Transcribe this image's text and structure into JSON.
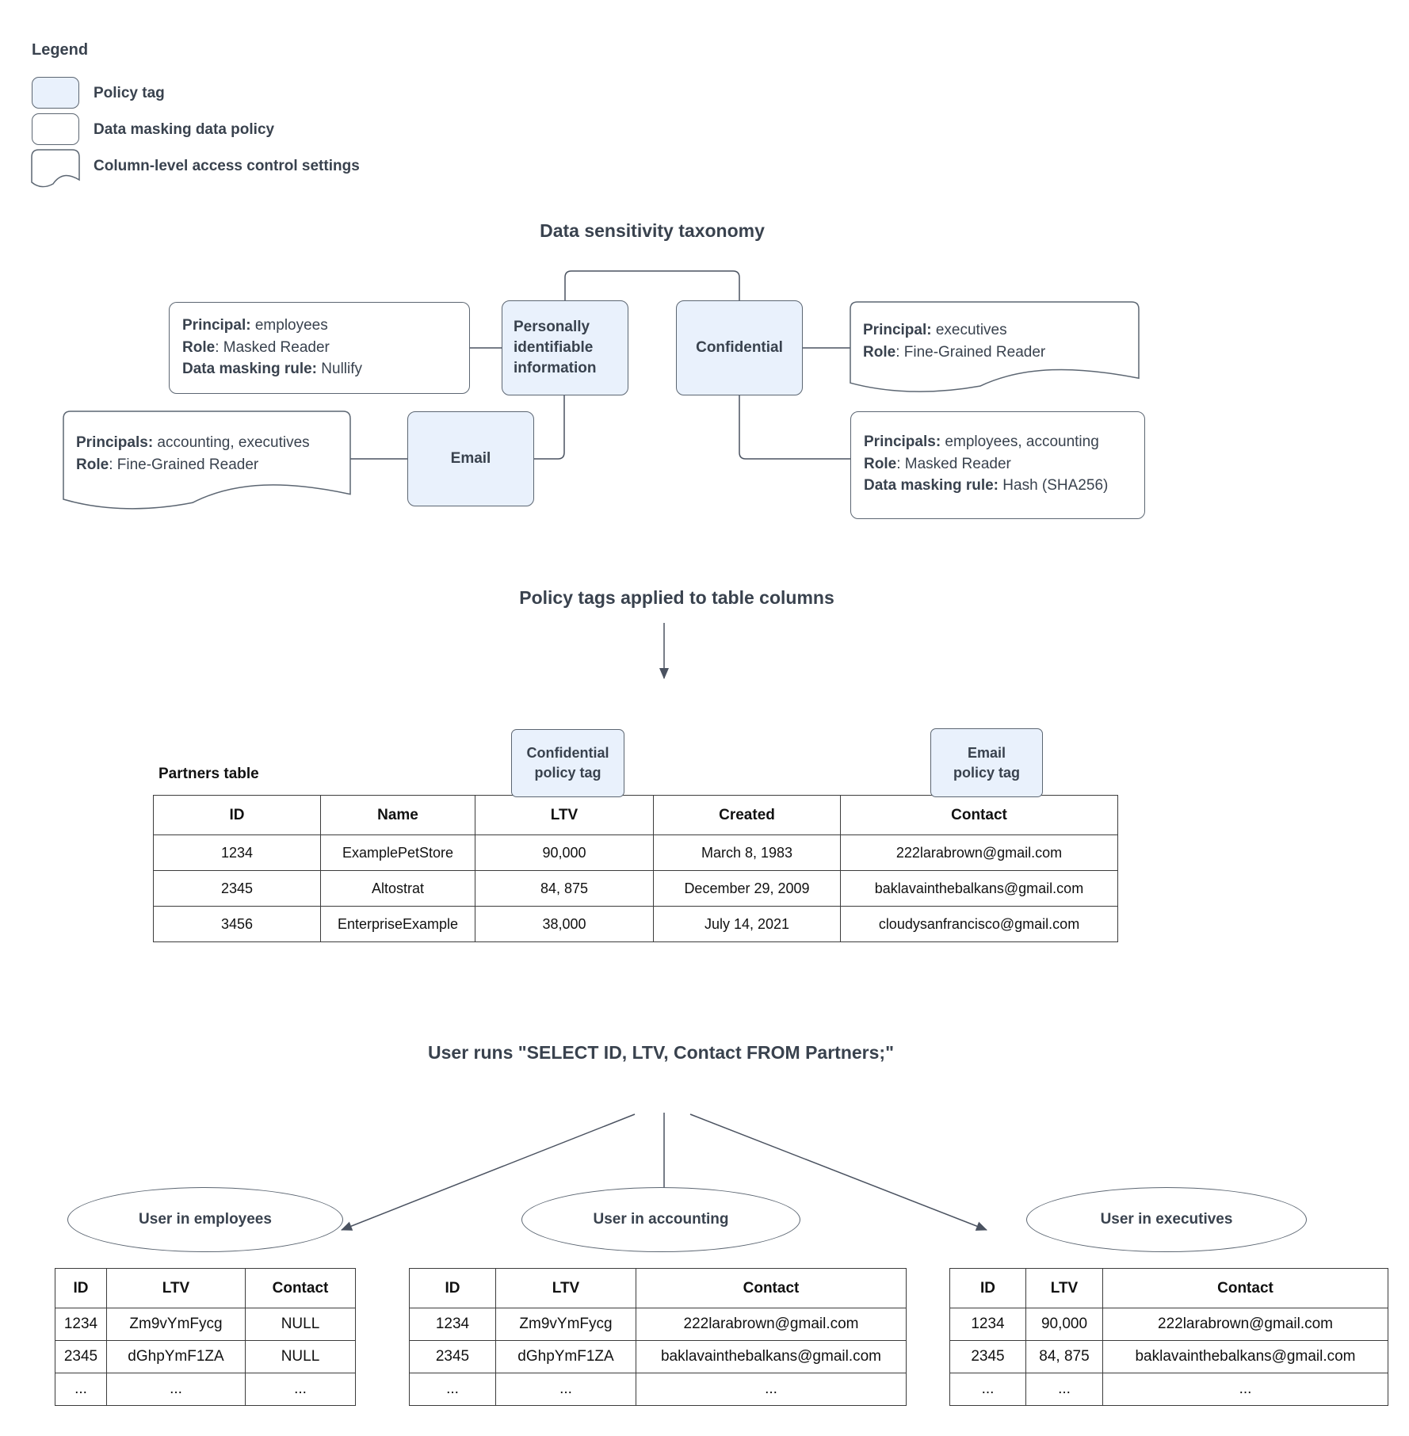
{
  "colors": {
    "policy_tag_fill": "#e9f1fc",
    "shape_border": "#5c6672",
    "text": "#39424e"
  },
  "legend": {
    "title": "Legend",
    "items": [
      {
        "label": "Policy tag"
      },
      {
        "label": "Data masking data policy"
      },
      {
        "label": "Column-level access control settings"
      }
    ]
  },
  "taxonomy": {
    "title": "Data sensitivity taxonomy",
    "pii_label": "Personally identifiable information",
    "confidential_label": "Confidential",
    "email_label": "Email",
    "employees_policy": {
      "lines": [
        {
          "b": "Principal:",
          "t": " employees"
        },
        {
          "b": "Role",
          "t": ": Masked Reader"
        },
        {
          "b": "Data masking rule:",
          "t": " Nullify"
        }
      ]
    },
    "executives_access": {
      "lines": [
        {
          "b": "Principal:",
          "t": " executives"
        },
        {
          "b": "Role",
          "t": ": Fine-Grained Reader"
        }
      ]
    },
    "accounting_executives_access": {
      "lines": [
        {
          "b": "Principals:",
          "t": " accounting, executives"
        },
        {
          "b": "Role",
          "t": ": Fine-Grained Reader"
        }
      ]
    },
    "employees_accounting_policy": {
      "lines": [
        {
          "b": "Principals:",
          "t": " employees, accounting"
        },
        {
          "b": "Role",
          "t": ": Masked Reader"
        },
        {
          "b": "Data masking rule:",
          "t": " Hash (SHA256)"
        }
      ]
    }
  },
  "policy_tags_section": {
    "title": "Policy tags applied to table columns",
    "partners_label": "Partners table",
    "confidential_tag": {
      "line1": "Confidential",
      "line2": "policy tag"
    },
    "email_tag": {
      "line1": "Email",
      "line2": "policy tag"
    },
    "partners_table": {
      "columns": [
        "ID",
        "Name",
        "LTV",
        "Created",
        "Contact"
      ],
      "rows": [
        [
          "1234",
          "ExamplePetStore",
          "90,000",
          "March 8, 1983",
          "222larabrown@gmail.com"
        ],
        [
          "2345",
          "Altostrat",
          "84, 875",
          "December 29, 2009",
          "baklavainthebalkans@gmail.com"
        ],
        [
          "3456",
          "EnterpriseExample",
          "38,000",
          "July 14, 2021",
          "cloudysanfrancisco@gmail.com"
        ]
      ]
    }
  },
  "query_section": {
    "title": "User runs \"SELECT ID, LTV, Contact FROM Partners;\"",
    "results": [
      {
        "group": "User in employees",
        "table": {
          "columns": [
            "ID",
            "LTV",
            "Contact"
          ],
          "rows": [
            [
              "1234",
              "Zm9vYmFycg",
              "NULL"
            ],
            [
              "2345",
              "dGhpYmF1ZA",
              "NULL"
            ],
            [
              "...",
              "...",
              "..."
            ]
          ]
        }
      },
      {
        "group": "User in accounting",
        "table": {
          "columns": [
            "ID",
            "LTV",
            "Contact"
          ],
          "rows": [
            [
              "1234",
              "Zm9vYmFycg",
              "222larabrown@gmail.com"
            ],
            [
              "2345",
              "dGhpYmF1ZA",
              "baklavainthebalkans@gmail.com"
            ],
            [
              "...",
              "...",
              "..."
            ]
          ]
        }
      },
      {
        "group": "User in executives",
        "table": {
          "columns": [
            "ID",
            "LTV",
            "Contact"
          ],
          "rows": [
            [
              "1234",
              "90,000",
              "222larabrown@gmail.com"
            ],
            [
              "2345",
              "84, 875",
              "baklavainthebalkans@gmail.com"
            ],
            [
              "...",
              "...",
              "..."
            ]
          ]
        }
      }
    ]
  }
}
